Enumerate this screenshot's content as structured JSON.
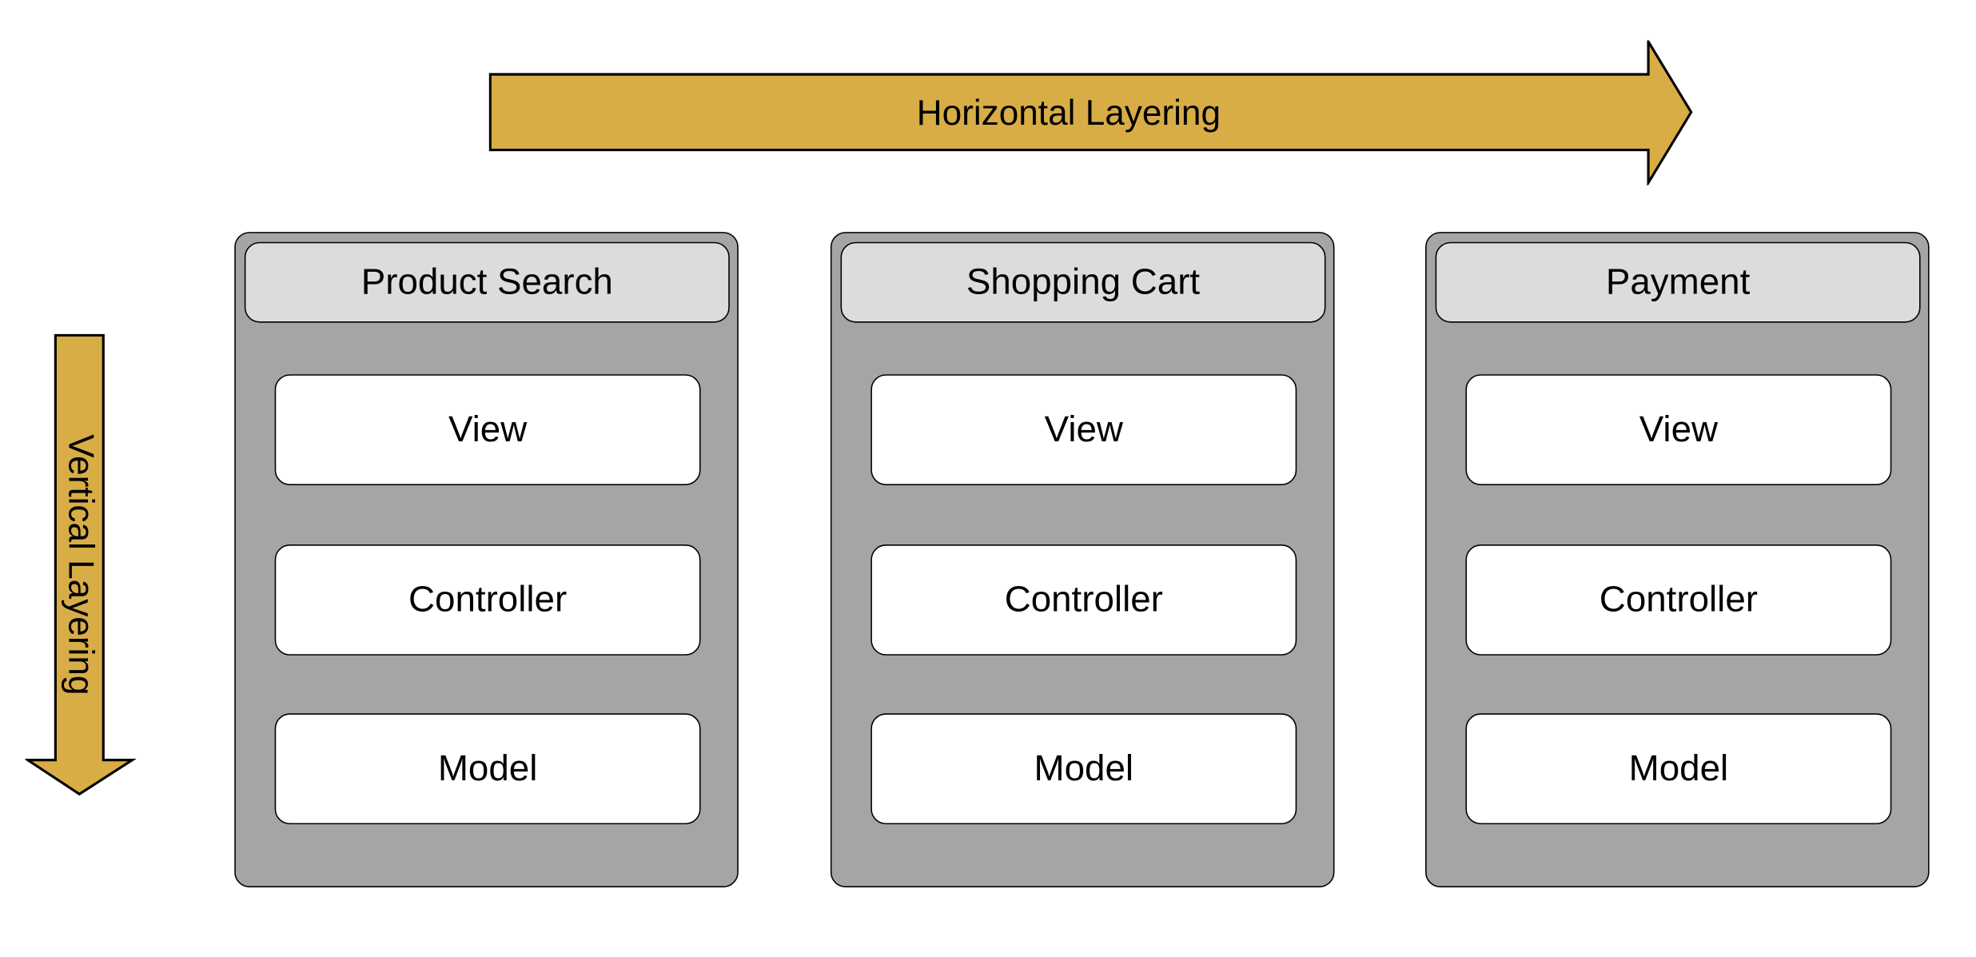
{
  "horizontal_arrow": {
    "label": "Horizontal Layering",
    "fill_color": "#d8ad45"
  },
  "vertical_arrow": {
    "label": "Vertical Layering",
    "fill_color": "#d8ad45"
  },
  "colors": {
    "column_background": "#a5a5a5",
    "header_background": "#dcdcdc",
    "layer_background": "#ffffff"
  },
  "columns": [
    {
      "title": "Product Search",
      "layers": [
        "View",
        "Controller",
        "Model"
      ]
    },
    {
      "title": "Shopping Cart",
      "layers": [
        "View",
        "Controller",
        "Model"
      ]
    },
    {
      "title": "Payment",
      "layers": [
        "View",
        "Controller",
        "Model"
      ]
    }
  ]
}
